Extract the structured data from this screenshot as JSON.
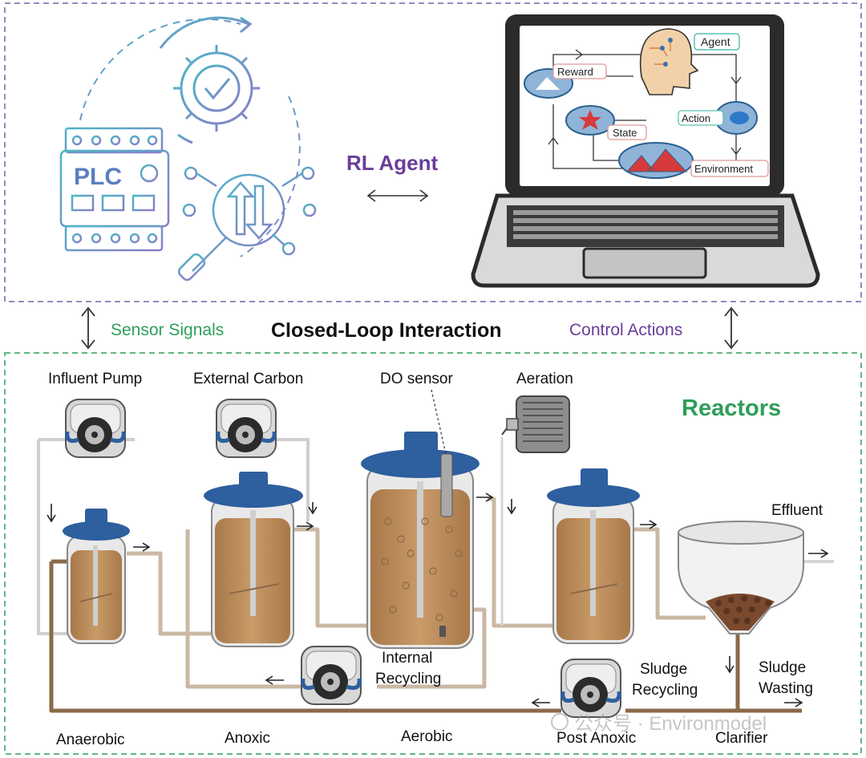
{
  "top": {
    "plc_label": "PLC",
    "rl_agent": "RL Agent",
    "loop": {
      "agent": "Agent",
      "reward": "Reward",
      "action": "Action",
      "state": "State",
      "environment": "Environment"
    }
  },
  "middle": {
    "sensor_signals": "Sensor Signals",
    "closed_loop": "Closed-Loop Interaction",
    "control_actions": "Control Actions"
  },
  "bottom": {
    "title": "Reactors",
    "labels": {
      "influent_pump": "Influent Pump",
      "external_carbon": "External Carbon",
      "do_sensor": "DO sensor",
      "aeration": "Aeration",
      "effluent": "Effluent",
      "internal_recycling_1": "Internal",
      "internal_recycling_2": "Recycling",
      "sludge_recycling_1": "Sludge",
      "sludge_recycling_2": "Recycling",
      "sludge_wasting_1": "Sludge",
      "sludge_wasting_2": "Wasting"
    },
    "stages": {
      "anaerobic": "Anaerobic",
      "anoxic": "Anoxic",
      "aerobic": "Aerobic",
      "post_anoxic": "Post Anoxic",
      "clarifier": "Clarifier"
    }
  },
  "watermark": "公众号 · Environmodel",
  "colors": {
    "plc_stroke": "#5a9fc9",
    "purple": "#6a3d9a",
    "green": "#2e9e5a",
    "tank_fill": "#b98a57",
    "lid": "#2e5f9e",
    "pipe": "#8b6a4a"
  }
}
